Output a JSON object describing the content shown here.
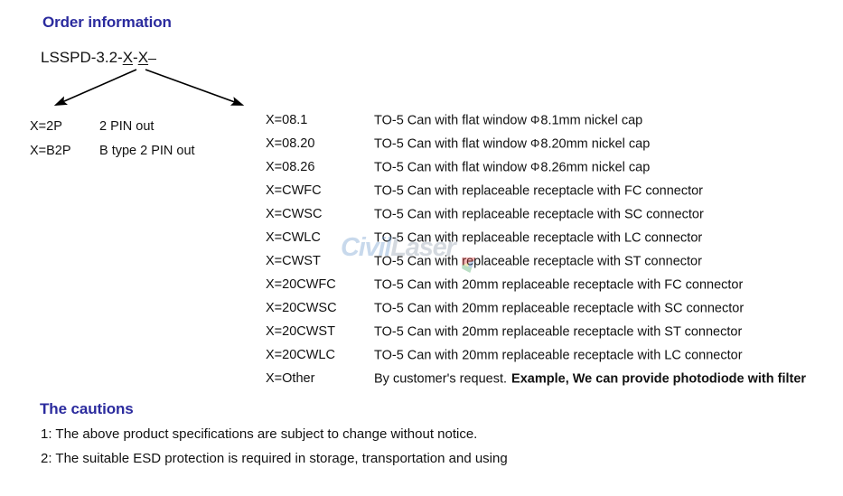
{
  "document": {
    "order_section": {
      "heading": "Order information",
      "part_number": {
        "prefix": "LSSPD-3.2-",
        "var1": "X",
        "separator": "-",
        "var2": "X"
      },
      "left_branch": {
        "options": [
          {
            "code": "X=2P",
            "description": "2 PIN out"
          },
          {
            "code": "X=B2P",
            "description": "B type 2 PIN out"
          }
        ]
      },
      "right_branch": {
        "options": [
          {
            "code": "X=08.1",
            "description_pre": "TO-5 Can with flat window  ",
            "phi": "Φ",
            "description_post": "8.1mm nickel cap",
            "bold_tail": ""
          },
          {
            "code": "X=08.20",
            "description_pre": "TO-5 Can with flat window  ",
            "phi": "Φ",
            "description_post": "8.20mm nickel cap",
            "bold_tail": ""
          },
          {
            "code": "X=08.26",
            "description_pre": "TO-5 Can with flat window  ",
            "phi": "Φ",
            "description_post": "8.26mm nickel cap",
            "bold_tail": ""
          },
          {
            "code": "X=CWFC",
            "description_pre": "TO-5 Can with replaceable receptacle with FC connector",
            "phi": "",
            "description_post": "",
            "bold_tail": ""
          },
          {
            "code": "X=CWSC",
            "description_pre": "TO-5 Can with replaceable receptacle with SC connector",
            "phi": "",
            "description_post": "",
            "bold_tail": ""
          },
          {
            "code": "X=CWLC",
            "description_pre": "TO-5 Can with replaceable receptacle with LC connector",
            "phi": "",
            "description_post": "",
            "bold_tail": ""
          },
          {
            "code": "X=CWST",
            "description_pre": "TO-5 Can with replaceable receptacle with ST connector",
            "phi": "",
            "description_post": "",
            "bold_tail": ""
          },
          {
            "code": "X=20CWFC",
            "description_pre": "TO-5 Can with 20mm replaceable receptacle with FC connector",
            "phi": "",
            "description_post": "",
            "bold_tail": ""
          },
          {
            "code": "X=20CWSC",
            "description_pre": "TO-5 Can with 20mm replaceable receptacle with SC connector",
            "phi": "",
            "description_post": "",
            "bold_tail": ""
          },
          {
            "code": "X=20CWST",
            "description_pre": "TO-5 Can with 20mm replaceable receptacle with ST connector",
            "phi": "",
            "description_post": "",
            "bold_tail": ""
          },
          {
            "code": "X=20CWLC",
            "description_pre": "TO-5 Can with 20mm replaceable receptacle with LC connector",
            "phi": "",
            "description_post": "",
            "bold_tail": ""
          },
          {
            "code": "X=Other",
            "description_pre": "By customer's request. ",
            "phi": "",
            "description_post": "",
            "bold_tail": "Example, We can provide photodiode with filter"
          }
        ]
      }
    },
    "cautions_section": {
      "heading": "The cautions",
      "lines": [
        "1: The above product specifications are subject to change without notice.",
        "2: The suitable ESD protection is required in storage, transportation and using"
      ]
    },
    "watermark": {
      "text_part1": "Civil",
      "text_part2": "Laser"
    },
    "colors": {
      "heading": "#2b2b9e",
      "body_text": "#111111",
      "background": "#ffffff",
      "watermark_blue": "#7ea6d4",
      "watermark_gray": "#9aa7b5"
    }
  }
}
